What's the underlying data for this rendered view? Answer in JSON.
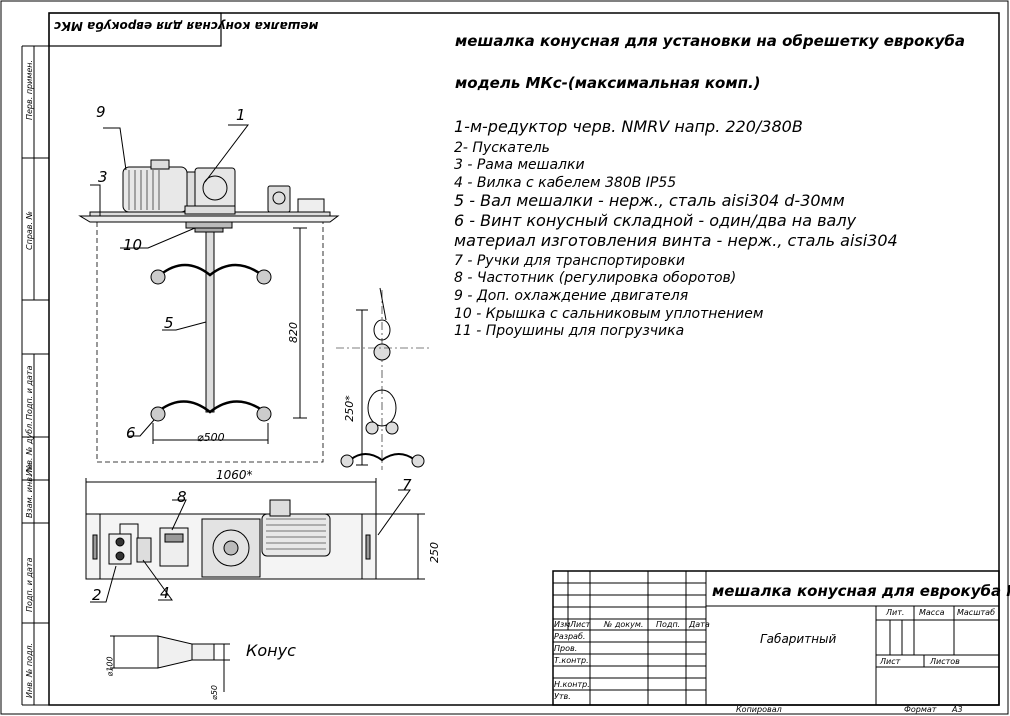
{
  "corner_stamp": "мешалка конусная для еврокуба МКс",
  "header": {
    "title": "мешалка конусная для установки на обрешетку еврокуба",
    "model": "модель МКс-(максимальная комп.)"
  },
  "spec_items": [
    "1-м-редуктор черв. NMRV напр. 220/380В",
    "2- Пускатель",
    "3 - Рама мешалки",
    "4 - Вилка с кабелем 380В IP55",
    "5 - Вал мешалки - нерж., сталь aisi304 d-30мм",
    "6 - Винт конусный складной - один/два на валу",
    "материал изготовления винта - нерж., сталь aisi304",
    "7 - Ручки для транспортировки",
    "8 - Частотник (регулировка оборотов)",
    "9 - Доп. охлаждение двигателя",
    "10 - Крышка с сальниковым уплотнением",
    "11 - Проушины для погрузчика"
  ],
  "callouts": [
    "1",
    "2",
    "3",
    "4",
    "5",
    "6",
    "7",
    "8",
    "9",
    "10"
  ],
  "dimensions": {
    "height": "820",
    "diameter": "⌀500",
    "width": "1060*",
    "depth": "250",
    "blade_fold": "250*",
    "cone_big": "⌀100",
    "cone_small": "⌀50"
  },
  "cone_label": "Конус",
  "side_strip": [
    "Перв. примен.",
    "Справ. №",
    "Подп. и дата",
    "Инв. № дубл.",
    "Взам. инв. №",
    "Подп. и дата",
    "Инв. № подл."
  ],
  "stamp": {
    "title": "мешалка конусная для еврокуба МКс",
    "doc_name": "Габаритный",
    "cols": [
      "Изм",
      "Лист",
      "№ докум.",
      "Подп.",
      "Дата"
    ],
    "rows": [
      "Разраб.",
      "Пров.",
      "Т.контр.",
      "Н.контр.",
      "Утв."
    ],
    "lit": "Лит.",
    "mass": "Масса",
    "scale": "Масштаб",
    "sheet": "Лист",
    "sheets": "Листов",
    "copied": "Копировал",
    "format": "Формат",
    "format_value": "А3"
  }
}
